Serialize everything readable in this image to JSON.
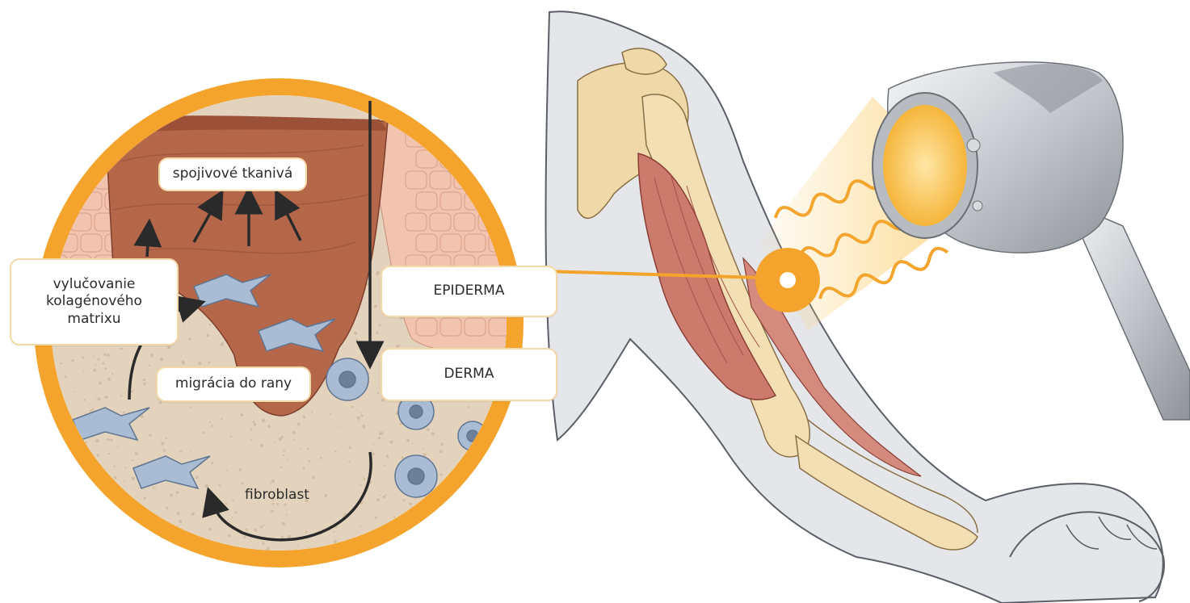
{
  "labels": {
    "connective_tissue": "spojivové tkanivá",
    "collagen_secretion": "vylučovanie kolagénového matrixu",
    "epidermis": "EPIDERMA",
    "dermis": "DERMA",
    "migration": "migrácia do rany",
    "fibroblast": "fibroblast"
  },
  "colors": {
    "ring": "#f4a42c",
    "epidermis": "#f2c4b0",
    "wound": "#b5674a",
    "dermis": "#e3d3bc",
    "muscle": "#cc7a6c",
    "bone": "#efd9a8",
    "arm_silhouette": "#e4e6ea",
    "device": "#c7cbd0",
    "beam": "#f9c25a"
  }
}
